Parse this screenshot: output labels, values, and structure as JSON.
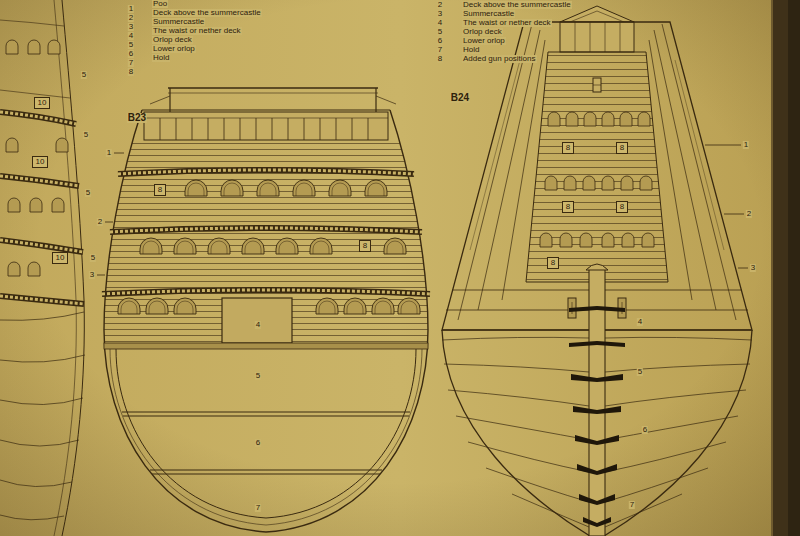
{
  "diagram": {
    "nodes": [
      {
        "text": [
          "10"
        ]
      },
      {
        "text": [
          "10"
        ]
      },
      {
        "text": [
          "10"
        ]
      },
      {
        "text": [
          "8"
        ]
      },
      {
        "text": [
          "8"
        ]
      },
      {
        "text": [
          "8"
        ]
      },
      {
        "text": [
          "8"
        ]
      },
      {
        "text": [
          "8"
        ]
      },
      {
        "text": [
          "8"
        ]
      },
      {
        "text": [
          "8"
        ]
      }
    ],
    "labels": [
      "Poo",
      "1",
      "Deck above the summercastle",
      "2",
      "Summercastle",
      "3",
      "The waist or nether deck",
      "4",
      "Orlop deck",
      "5",
      "Lower orlop",
      "6",
      "Hold",
      "7",
      "8",
      "2",
      "Deck above the summercastle",
      "3",
      "Summercastle",
      "4",
      "The waist or nether deck",
      "5",
      "Orlop deck",
      "6",
      "Lower orlop",
      "7",
      "Hold",
      "8",
      "Added gun positions",
      "B23",
      "B24",
      "1",
      "2",
      "3",
      "4",
      "5",
      "6",
      "7",
      "1",
      "2",
      "3",
      "4",
      "5",
      "6",
      "7",
      "5",
      "5",
      "5",
      "5"
    ]
  }
}
